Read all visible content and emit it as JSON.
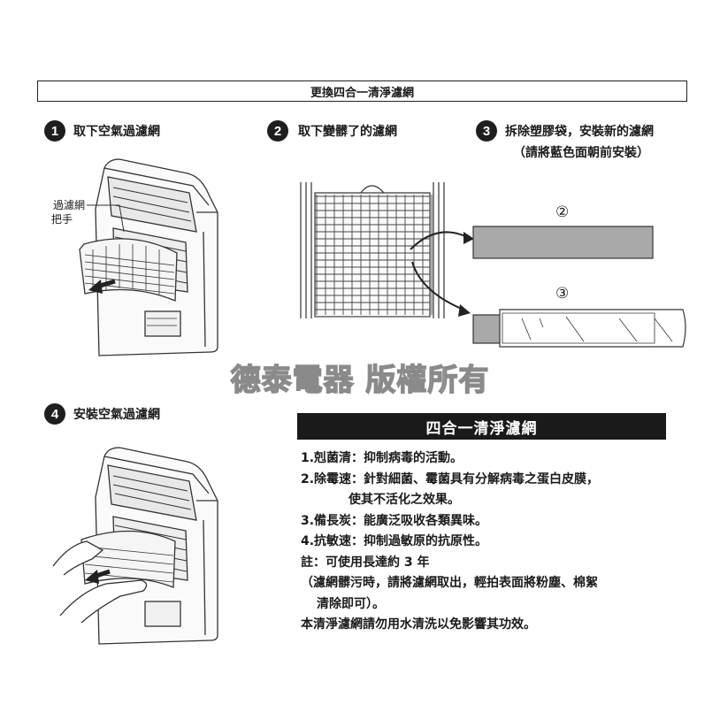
{
  "header": {
    "title": "更換四合一清淨濾網"
  },
  "steps": [
    {
      "number": "1",
      "label": "取下空氣過濾網"
    },
    {
      "number": "2",
      "label": "取下變髒了的濾網"
    },
    {
      "number": "3",
      "label": "拆除塑膠袋，安裝新的濾網",
      "sublabel": "（請將藍色面朝前安裝）"
    },
    {
      "number": "4",
      "label": "安裝空氣過濾網"
    }
  ],
  "callout": {
    "line1": "過濾網",
    "line2": "把手"
  },
  "markers": {
    "m2": "②",
    "m3": "③"
  },
  "watermark": "德泰電器 版權所有",
  "features": {
    "title": "四合一清淨濾網",
    "lines": [
      "1.剋菌清：抑制病毒的活動。",
      "2.除霉速：針對細菌、霉菌具有分解病毒之蛋白皮膜，",
      "使其不活化之效果。",
      "3.備長炭：能廣泛吸收各類異味。",
      "4.抗敏速：抑制過敏原的抗原性。",
      "註：可使用長達約 3 年",
      "（濾網髒污時，請將濾網取出，輕拍表面將粉塵、棉絮",
      "清除即可）。",
      "本清淨濾網請勿用水清洗以免影響其功效。"
    ]
  },
  "colors": {
    "gray_panel": "#a9a9a9",
    "dark": "#1a1a1a",
    "line": "#333333"
  }
}
